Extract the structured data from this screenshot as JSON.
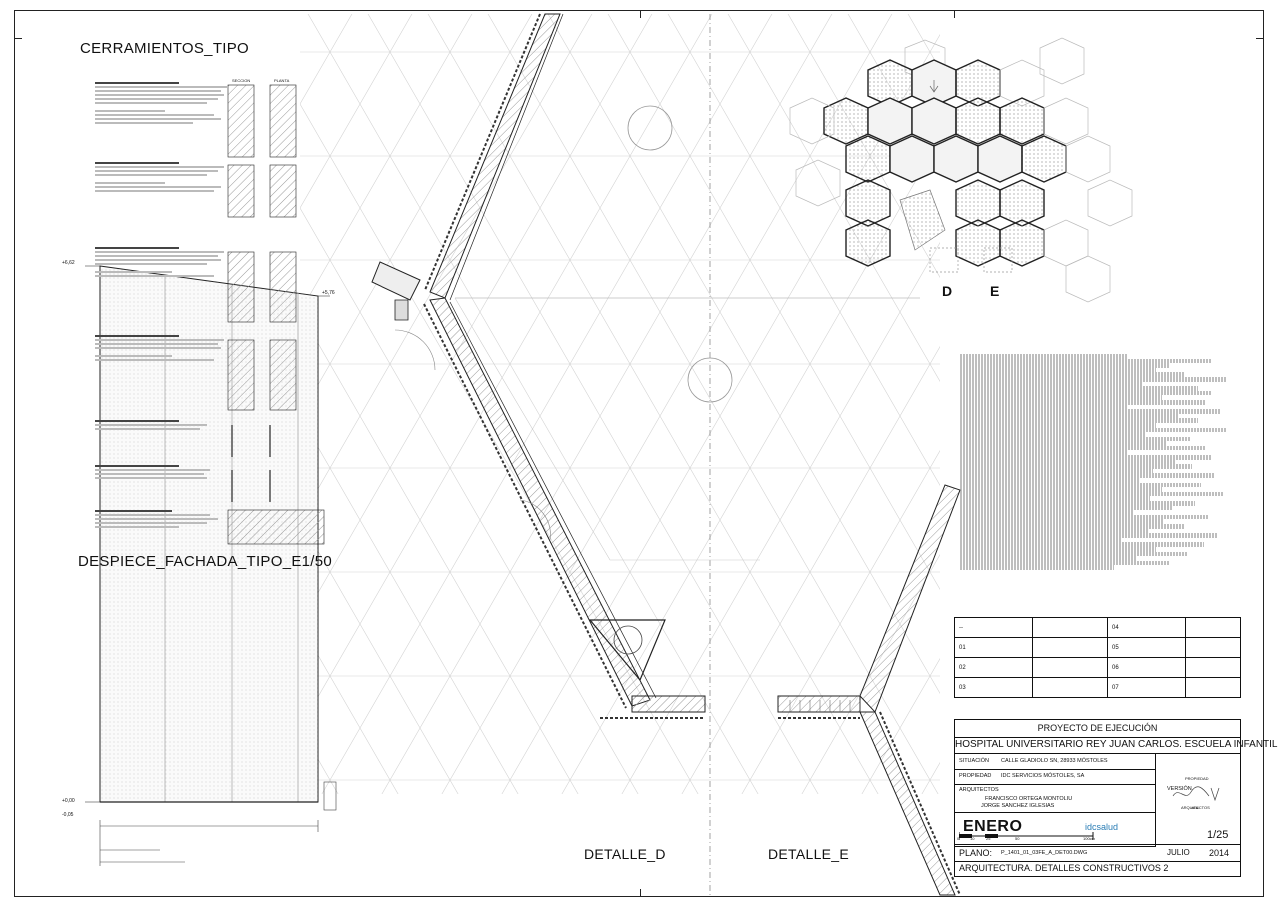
{
  "sheet": {
    "section_title": "CERRAMIENTOS_TIPO",
    "elevation_title": "DESPIECE_FACHADA_TIPO_E1/50",
    "detail_d_title": "DETALLE_D",
    "detail_e_title": "DETALLE_E",
    "plan_label_d": "D",
    "plan_label_e": "E",
    "elev_level_top": "+6,62",
    "elev_level_right": "+5,76",
    "elev_level_mid": "+0,00",
    "elev_level_low": "-0,05",
    "spec_heads": [
      "SECCION",
      "PLANTA"
    ]
  },
  "revisions": {
    "rows": [
      [
        "--",
        "",
        "04",
        ""
      ],
      [
        "01",
        "",
        "05",
        ""
      ],
      [
        "02",
        "",
        "06",
        ""
      ],
      [
        "03",
        "",
        "07",
        ""
      ]
    ]
  },
  "title_block": {
    "project_phase": "PROYECTO DE EJECUCIÓN",
    "project_name": "HOSPITAL UNIVERSITARIO REY JUAN CARLOS. ESCUELA INFANTIL",
    "situacion_label": "SITUACIÓN",
    "situacion_value": "CALLE GLADIOLO SN, 28933 MÓSTOLES",
    "propiedad_label": "PROPIEDAD",
    "propiedad_value": "IDC SERVICIOS MÓSTOLES, SA",
    "propiedad_side": "PROPIEDAD",
    "arquitectos_label": "ARQUITECTOS",
    "arquitecto_1": "FRANCISCO ORTEGA MONTOLIU",
    "arquitecto_2": "JORGE SANCHEZ IGLESIAS",
    "arquitectos_side": "ARQUITECTOS",
    "version_label": "VERSIÓN",
    "version_value": "--",
    "firm_1": "ENERO",
    "firm_2": "idcsalud",
    "scale": "1/25",
    "scale_bar_labels": [
      "0",
      "10",
      "25",
      "50",
      "100cm"
    ],
    "plano_label": "PLANO:",
    "plano_file": "P_1401_01_03FE_A_DET00.DWG",
    "month": "JULIO",
    "year": "2014",
    "sheet_desc": "ARQUITECTURA. DETALLES CONSTRUCTIVOS 2"
  },
  "colors": {
    "line": "#222222",
    "hatch": "#9a9a9a",
    "accent": "#2a7db5"
  }
}
